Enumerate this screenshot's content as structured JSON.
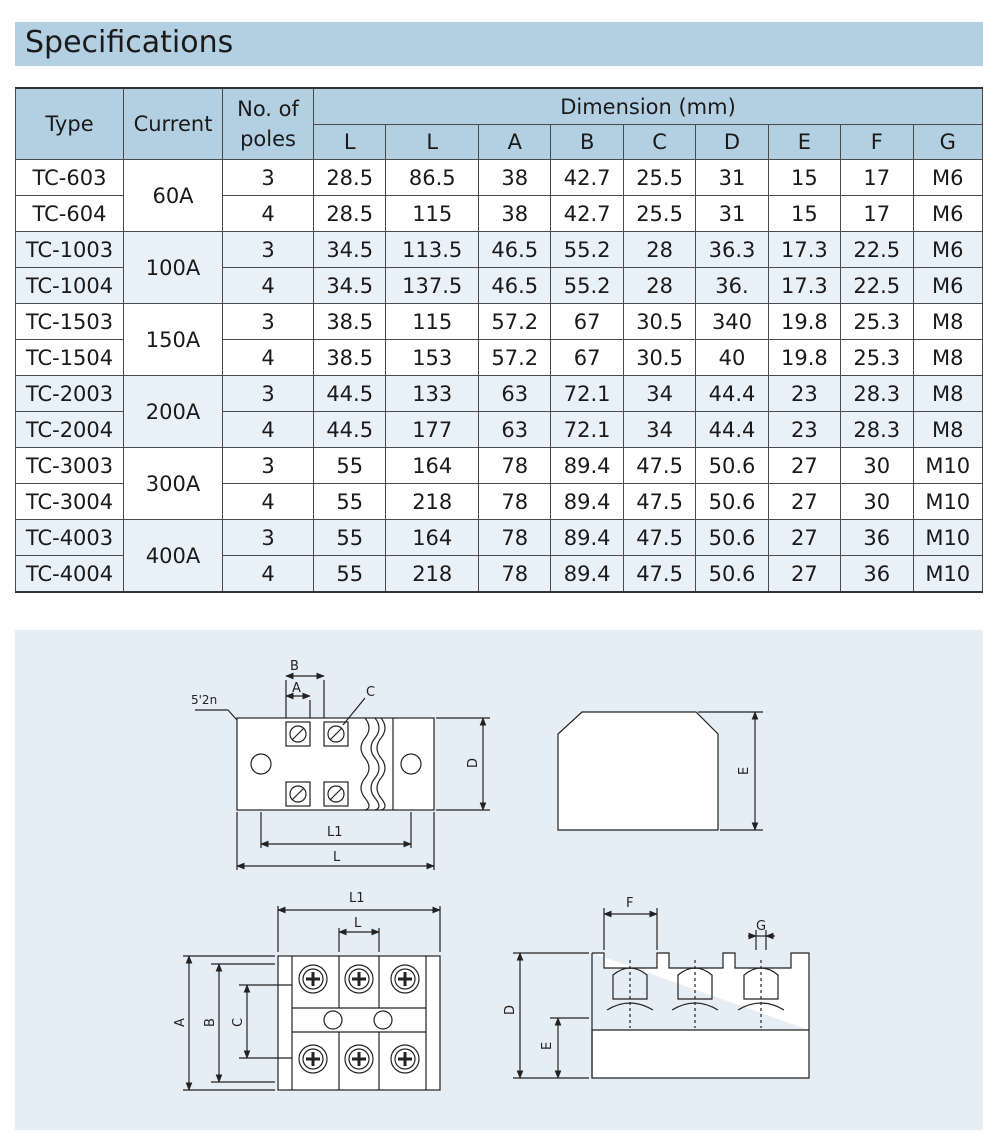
{
  "title": "Specifications",
  "table": {
    "headers": {
      "type": "Type",
      "current": "Current",
      "poles_line1": "No. of",
      "poles_line2": "poles",
      "dimension": "Dimension (mm)",
      "dims": [
        "L",
        "L",
        "A",
        "B",
        "C",
        "D",
        "E",
        "F",
        "G"
      ]
    },
    "groups": [
      {
        "current": "60A",
        "rows": [
          {
            "type": "TC-603",
            "poles": "3",
            "dims": [
              "28.5",
              "86.5",
              "38",
              "42.7",
              "25.5",
              "31",
              "15",
              "17",
              "M6"
            ]
          },
          {
            "type": "TC-604",
            "poles": "4",
            "dims": [
              "28.5",
              "115",
              "38",
              "42.7",
              "25.5",
              "31",
              "15",
              "17",
              "M6"
            ]
          }
        ]
      },
      {
        "current": "100A",
        "rows": [
          {
            "type": "TC-1003",
            "poles": "3",
            "dims": [
              "34.5",
              "113.5",
              "46.5",
              "55.2",
              "28",
              "36.3",
              "17.3",
              "22.5",
              "M6"
            ]
          },
          {
            "type": "TC-1004",
            "poles": "4",
            "dims": [
              "34.5",
              "137.5",
              "46.5",
              "55.2",
              "28",
              "36.",
              "17.3",
              "22.5",
              "M6"
            ]
          }
        ]
      },
      {
        "current": "150A",
        "rows": [
          {
            "type": "TC-1503",
            "poles": "3",
            "dims": [
              "38.5",
              "115",
              "57.2",
              "67",
              "30.5",
              "340",
              "19.8",
              "25.3",
              "M8"
            ]
          },
          {
            "type": "TC-1504",
            "poles": "4",
            "dims": [
              "38.5",
              "153",
              "57.2",
              "67",
              "30.5",
              "40",
              "19.8",
              "25.3",
              "M8"
            ]
          }
        ]
      },
      {
        "current": "200A",
        "rows": [
          {
            "type": "TC-2003",
            "poles": "3",
            "dims": [
              "44.5",
              "133",
              "63",
              "72.1",
              "34",
              "44.4",
              "23",
              "28.3",
              "M8"
            ]
          },
          {
            "type": "TC-2004",
            "poles": "4",
            "dims": [
              "44.5",
              "177",
              "63",
              "72.1",
              "34",
              "44.4",
              "23",
              "28.3",
              "M8"
            ]
          }
        ]
      },
      {
        "current": "300A",
        "rows": [
          {
            "type": "TC-3003",
            "poles": "3",
            "dims": [
              "55",
              "164",
              "78",
              "89.4",
              "47.5",
              "50.6",
              "27",
              "30",
              "M10"
            ]
          },
          {
            "type": "TC-3004",
            "poles": "4",
            "dims": [
              "55",
              "218",
              "78",
              "89.4",
              "47.5",
              "50.6",
              "27",
              "30",
              "M10"
            ]
          }
        ]
      },
      {
        "current": "400A",
        "rows": [
          {
            "type": "TC-4003",
            "poles": "3",
            "dims": [
              "55",
              "164",
              "78",
              "89.4",
              "47.5",
              "50.6",
              "27",
              "36",
              "M10"
            ]
          },
          {
            "type": "TC-4004",
            "poles": "4",
            "dims": [
              "55",
              "218",
              "78",
              "89.4",
              "47.5",
              "50.6",
              "27",
              "36",
              "M10"
            ]
          }
        ]
      }
    ]
  },
  "diagrams": {
    "top_view": {
      "note": "5'2n",
      "labels": [
        "B",
        "A",
        "C",
        "D",
        "L1",
        "L"
      ]
    },
    "side_view": {
      "labels": [
        "E"
      ]
    },
    "front_view": {
      "labels": [
        "L1",
        "L",
        "A",
        "B",
        "C"
      ]
    },
    "profile_view": {
      "labels": [
        "F",
        "G",
        "D",
        "E"
      ]
    }
  }
}
